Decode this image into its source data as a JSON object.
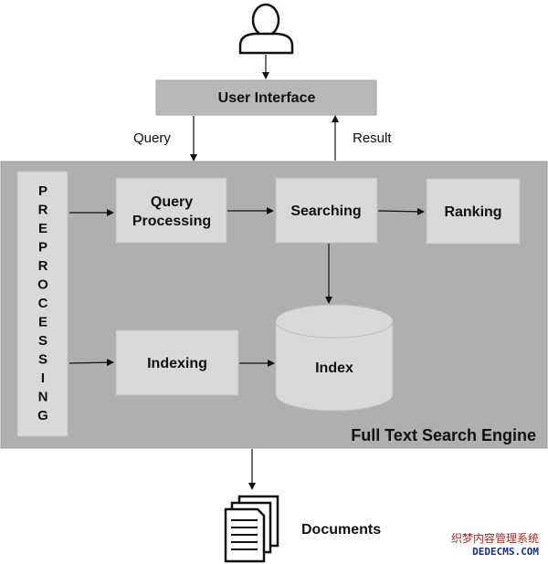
{
  "user_icon": {
    "icon": "user-icon"
  },
  "user_interface": {
    "label": "User Interface"
  },
  "flow": {
    "query_label": "Query",
    "result_label": "Result"
  },
  "engine": {
    "title": "Full Text Search Engine",
    "preprocessing_letters": [
      "P",
      "R",
      "E",
      "P",
      "R",
      "O",
      "C",
      "E",
      "S",
      "S",
      "I",
      "N",
      "G"
    ],
    "query_processing": {
      "line1": "Query",
      "line2": "Processing"
    },
    "searching": {
      "label": "Searching"
    },
    "ranking": {
      "label": "Ranking"
    },
    "indexing": {
      "label": "Indexing"
    },
    "index": {
      "label": "Index"
    }
  },
  "documents": {
    "icon": "documents-icon",
    "label": "Documents"
  },
  "watermark": {
    "line1": "织梦内容管理系统",
    "line2": "DEDECMS.COM"
  },
  "colors": {
    "engine_bg": "#b0aeae",
    "box_fill": "#d9d9d9",
    "ui_box_fill": "#b8b8b8"
  }
}
